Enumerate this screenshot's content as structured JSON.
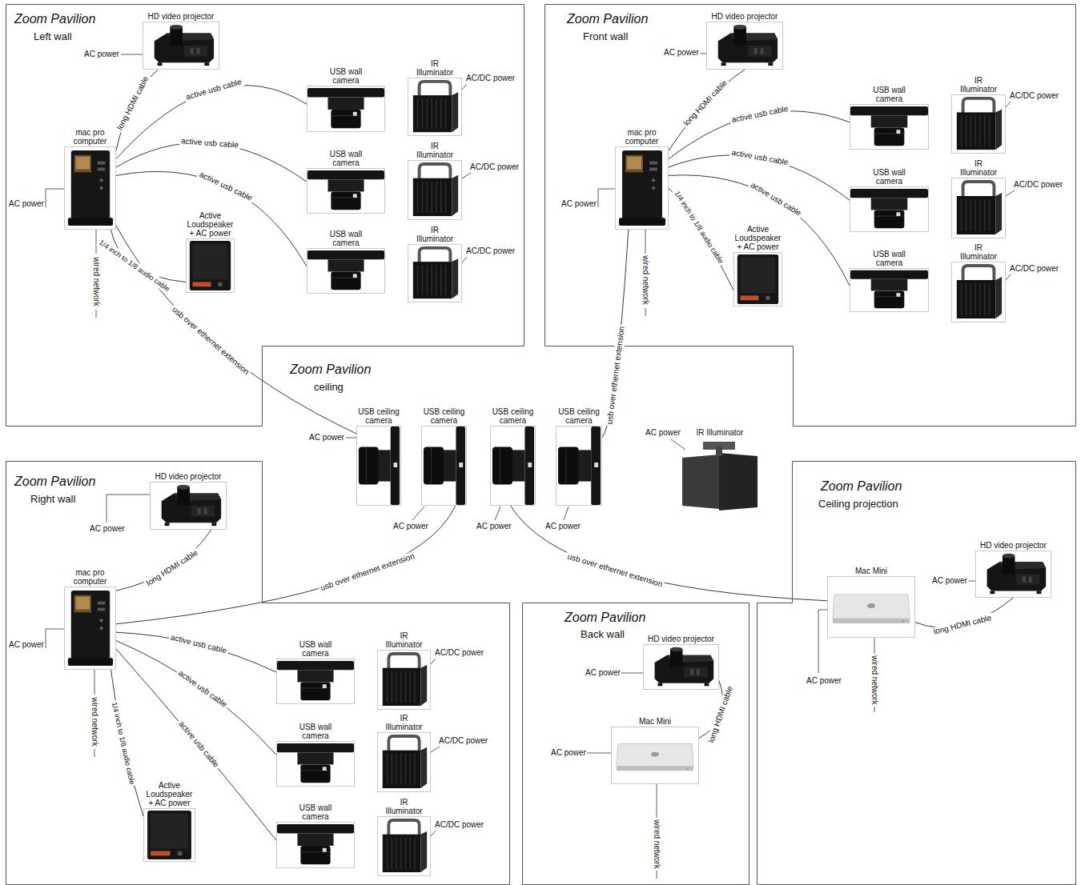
{
  "diagram": {
    "nodes": [
      {
        "text": [
          "Zoom Pavilion",
          "Left wall"
        ]
      },
      {
        "text": [
          "HD video projector"
        ],
        "in": 0
      },
      {
        "text": [
          "mac pro computer"
        ],
        "in": 0
      },
      {
        "text": [
          "USB wall camera"
        ],
        "in": 0
      },
      {
        "text": [
          "IR Illuminator"
        ],
        "in": 0
      },
      {
        "text": [
          "USB wall camera"
        ],
        "in": 0
      },
      {
        "text": [
          "IR Illuminator"
        ],
        "in": 0
      },
      {
        "text": [
          "Active Loudspeaker + AC power"
        ],
        "in": 0
      },
      {
        "text": [
          "USB wall camera"
        ],
        "in": 0
      },
      {
        "text": [
          "IR Illuminator"
        ],
        "in": 0
      },
      {
        "text": [
          "Zoom Pavilion",
          "Front wall"
        ]
      },
      {
        "text": [
          "HD video projector"
        ],
        "in": 10
      },
      {
        "text": [
          "mac pro computer"
        ],
        "in": 10
      },
      {
        "text": [
          "USB wall camera"
        ],
        "in": 10
      },
      {
        "text": [
          "IR Illuminator"
        ],
        "in": 10
      },
      {
        "text": [
          "USB wall camera"
        ],
        "in": 10
      },
      {
        "text": [
          "IR Illuminator"
        ],
        "in": 10
      },
      {
        "text": [
          "Active Loudspeaker + AC power"
        ],
        "in": 10
      },
      {
        "text": [
          "USB wall camera"
        ],
        "in": 10
      },
      {
        "text": [
          "IR Illuminator"
        ],
        "in": 10
      },
      {
        "text": [
          "Zoom Pavilion",
          "ceiling"
        ]
      },
      {
        "text": [
          "USB ceiling camera"
        ],
        "in": 20
      },
      {
        "text": [
          "USB ceiling camera"
        ],
        "in": 20
      },
      {
        "text": [
          "USB ceiling camera"
        ],
        "in": 20
      },
      {
        "text": [
          "USB ceiling camera"
        ],
        "in": 20
      },
      {
        "text": [
          "IR Illuminator"
        ],
        "in": 20
      },
      {
        "text": [
          "Zoom Pavilion",
          "Right wall"
        ]
      },
      {
        "text": [
          "HD video projector"
        ],
        "in": 26
      },
      {
        "text": [
          "mac pro computer"
        ],
        "in": 26
      },
      {
        "text": [
          "USB wall camera"
        ],
        "in": 26
      },
      {
        "text": [
          "IR Illuminator"
        ],
        "in": 26
      },
      {
        "text": [
          "USB wall camera"
        ],
        "in": 26
      },
      {
        "text": [
          "IR Illuminator"
        ],
        "in": 26
      },
      {
        "text": [
          "USB wall camera"
        ],
        "in": 26
      },
      {
        "text": [
          "IR Illuminator"
        ],
        "in": 26
      },
      {
        "text": [
          "Active Loudspeaker + AC power"
        ],
        "in": 26
      },
      {
        "text": [
          "Zoom Pavilion",
          "Ceiling projection"
        ]
      },
      {
        "text": [
          "Mac Mini"
        ],
        "in": 36
      },
      {
        "text": [
          "HD video projector"
        ],
        "in": 36
      },
      {
        "text": [
          "Zoom Pavilion",
          "Back wall"
        ]
      },
      {
        "text": [
          "HD video projector"
        ],
        "in": 39
      },
      {
        "text": [
          "Mac Mini"
        ],
        "in": 39
      }
    ],
    "edges": [
      {
        "from": 2,
        "to": 1,
        "label": "long HDMI cable",
        "arrow": "none"
      },
      {
        "from": 2,
        "to": 3,
        "label": "active usb cable",
        "arrow": "none"
      },
      {
        "from": 2,
        "to": 5,
        "label": "active usb cable",
        "arrow": "none"
      },
      {
        "from": 2,
        "to": 8,
        "label": "active usb cable",
        "arrow": "none"
      },
      {
        "from": 2,
        "to": 7,
        "label": "1/4 inch to 1/8 audio cable",
        "arrow": "none"
      },
      {
        "from": 2,
        "to": 21,
        "label": "usb over ethernet extension",
        "arrow": "none"
      },
      {
        "from": 12,
        "to": 11,
        "label": "long HDMI cable",
        "arrow": "none"
      },
      {
        "from": 12,
        "to": 13,
        "label": "active usb cable",
        "arrow": "none"
      },
      {
        "from": 12,
        "to": 15,
        "label": "active usb cable",
        "arrow": "none"
      },
      {
        "from": 12,
        "to": 18,
        "label": "active usb cable",
        "arrow": "none"
      },
      {
        "from": 12,
        "to": 17,
        "label": "1/4 inch to 1/8 audio cable",
        "arrow": "none"
      },
      {
        "from": 12,
        "to": 24,
        "label": "usb over ethernet extension",
        "arrow": "none"
      },
      {
        "from": 28,
        "to": 27,
        "label": "long HDMI cable",
        "arrow": "none"
      },
      {
        "from": 28,
        "to": 29,
        "label": "active usb cable",
        "arrow": "none"
      },
      {
        "from": 28,
        "to": 31,
        "label": "active usb cable",
        "arrow": "none"
      },
      {
        "from": 28,
        "to": 33,
        "label": "active usb cable",
        "arrow": "none"
      },
      {
        "from": 28,
        "to": 35,
        "label": "1/4 inch to 1/8 audio cable",
        "arrow": "none"
      },
      {
        "from": 28,
        "to": 22,
        "label": "usb over ethernet extension",
        "arrow": "none"
      },
      {
        "from": 37,
        "to": 38,
        "label": "long HDMI cable",
        "arrow": "none"
      },
      {
        "from": 37,
        "to": 23,
        "label": "usb over ethernet extension",
        "arrow": "none"
      },
      {
        "from": 41,
        "to": 40,
        "label": "long HDMI cable",
        "arrow": "none"
      }
    ],
    "labels": [
      "AC power",
      "AC power",
      "wired network",
      "AC/DC power",
      "AC/DC power",
      "AC/DC power",
      "AC power",
      "AC power",
      "wired network",
      "AC/DC power",
      "AC/DC power",
      "AC/DC power",
      "AC power",
      "AC power",
      "AC power",
      "AC power",
      "AC power",
      "AC power",
      "AC power",
      "wired network",
      "AC/DC power",
      "AC/DC power",
      "AC/DC power",
      "AC power",
      "AC power",
      "wired network",
      "AC power",
      "AC power",
      "wired network"
    ]
  }
}
